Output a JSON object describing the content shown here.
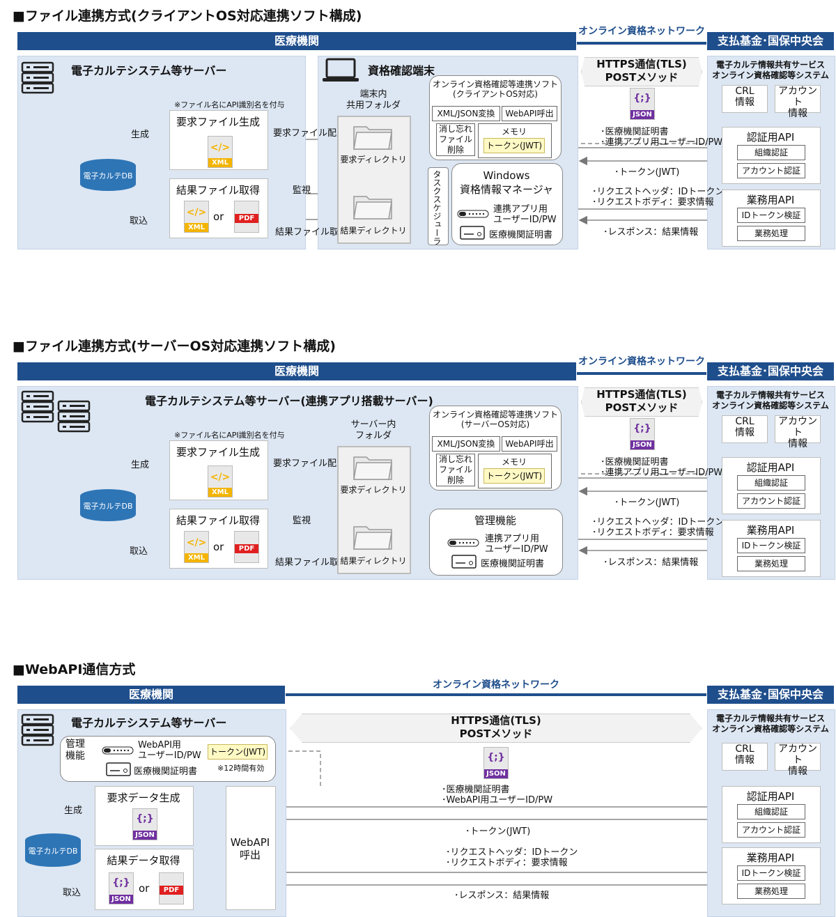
{
  "sections": [
    {
      "title": "■ファイル連携方式(クライアントOS対応連携ソフト構成)",
      "server_title": "電子カルテシステム等サーバー",
      "terminal_title": "資格確認端末",
      "folder_title": "端末内\n共用フォルダ",
      "soft_title": "オンライン資格確認等連携ソフト\n(クライアントOS対応)",
      "mgr_title": "Windows\n資格情報マネージャ",
      "task_label": "タスクスケジューラ"
    },
    {
      "title": "■ファイル連携方式(サーバーOS対応連携ソフト構成)",
      "server_title": "電子カルテシステム等サーバー(連携アプリ搭載サーバー)",
      "folder_title": "サーバー内\nフォルダ",
      "soft_title": "オンライン資格確認等連携ソフト\n(サーバーOS対応)",
      "mgr_title": "管理機能"
    },
    {
      "title": "■WebAPI通信方式",
      "server_title": "電子カルテシステム等サーバー"
    }
  ],
  "common": {
    "iryo": "医療機関",
    "shiharai": "支払基金･国保中央会",
    "network": "オンライン資格ネットワーク",
    "https1": "HTTPS通信(TLS)",
    "https2": "POSTメソッド",
    "json": "JSON",
    "xml": "XML",
    "pdf": "PDF",
    "or": "or",
    "db": "電子カルテDB",
    "api_note": "※ファイル名にAPI識別名を付与",
    "gen": "生成",
    "fetch": "取込",
    "req_gen": "要求ファイル生成",
    "res_get": "結果ファイル取得",
    "req_place": "要求ファイル配置",
    "watch": "監視",
    "res_fetch": "結果ファイル取得",
    "req_dir": "要求ディレクトリ",
    "res_dir": "結果ディレクトリ",
    "xml_json": "XML/JSON変換",
    "webapi_call": "WebAPI呼出",
    "forget_del": "消し忘れ\nファイル\n削除",
    "memory": "メモリ",
    "token": "トークン(JWT)",
    "link_app": "連携アプリ用\nユーザーID/PW",
    "cert": "医療機関証明書",
    "sys1": "電子カルテ情報共有サービス",
    "sys2": "オンライン資格確認等システム",
    "crl": "CRL\n情報",
    "account": "アカウント\n情報",
    "auth_api": "認証用API",
    "org_auth": "組織認証",
    "acct_auth": "アカウント認証",
    "biz_api": "業務用API",
    "id_verify": "IDトークン検証",
    "biz_proc": "業務処理",
    "send1": "･医療機関証明書\n･連携アプリ用ユーザーID/PW",
    "recv1": "･トークン(JWT)",
    "send2": "･リクエストヘッダ：IDトークン\n･リクエストボディ：要求情報",
    "recv2": "･レスポンス：結果情報"
  },
  "webapi": {
    "mgmt": "管理\n機能",
    "webapi_user": "WebAPI用\nユーザーID/PW",
    "valid": "※12時間有効",
    "req_data": "要求データ生成",
    "res_data": "結果データ取得",
    "call": "WebAPI\n呼出",
    "send1": "･医療機関証明書\n･WebAPI用ユーザーID/PW"
  },
  "colors": {
    "navy": "#1f4e8c",
    "pane": "#dde7f3",
    "token": "#fff9c4",
    "xml": "#f4b400",
    "json": "#7030a0",
    "pdf": "#e02020"
  }
}
